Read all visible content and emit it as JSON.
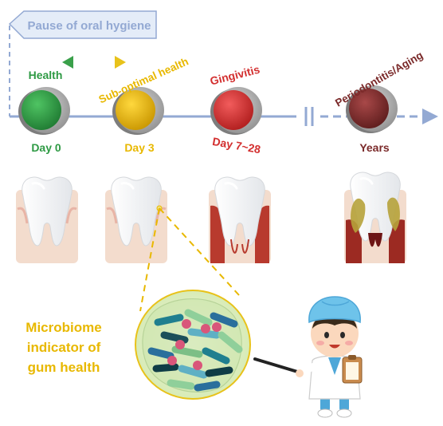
{
  "banner": {
    "text": "Pause of oral hygiene"
  },
  "stages": [
    {
      "name": "Health",
      "day": "Day 0",
      "color": "#2e9a44"
    },
    {
      "name": "Sub-optimal health",
      "day": "Day 3",
      "color": "#e8b800"
    },
    {
      "name": "Gingivitis",
      "day": "Day 7~28",
      "color": "#d32f2f"
    },
    {
      "name": "Periodontitis/Aging",
      "day": "Years",
      "color": "#7b2a2a"
    }
  ],
  "callout": {
    "lines": [
      "Microbiome",
      "indicator of",
      "gum health"
    ],
    "color": "#e8b800"
  },
  "colors": {
    "timeline": "#93a9d3",
    "banner_bg": "#e4ecf8",
    "banner_text": "#93a9d3",
    "gum": "#f3dccd",
    "arrow_green": "#3aa04a",
    "arrow_yellow": "#e8c21a"
  }
}
